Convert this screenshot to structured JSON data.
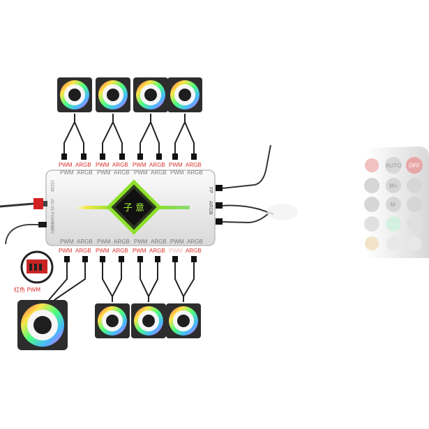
{
  "hub": {
    "logo_text": "子 意",
    "side_right": [
      "FP",
      "ARGB"
    ],
    "side_left": [
      "15238",
      "AD A5 POWER/5V",
      "6 IN"
    ]
  },
  "ports": {
    "top": [
      {
        "pwm": "PWM",
        "argb": "ARGB"
      },
      {
        "pwm": "PWM",
        "argb": "ARGB"
      },
      {
        "pwm": "PWM",
        "argb": "ARGB"
      },
      {
        "pwm": "PWM",
        "argb": "ARGB"
      }
    ],
    "bottom": [
      {
        "pwm": "PWM",
        "argb": "ARGB"
      },
      {
        "pwm": "PWM",
        "argb": "ARGB"
      },
      {
        "pwm": "PWM",
        "argb": "ARGB"
      },
      {
        "pwm": "PWM",
        "argb": "ARGB"
      }
    ]
  },
  "left_panel": {
    "caption": "红色 PWM"
  },
  "remote": {
    "buttons": [
      "AUTO",
      "OFF"
    ],
    "rows": [
      [
        "",
        "M+",
        ""
      ],
      [
        "",
        "M-",
        ""
      ],
      [
        "",
        "",
        ""
      ]
    ]
  },
  "colors": {
    "accent_green": "#8ee02a",
    "accent_yellow": "#f5e94a",
    "port_red": "#d9312b",
    "hub_body": "#ececec"
  }
}
